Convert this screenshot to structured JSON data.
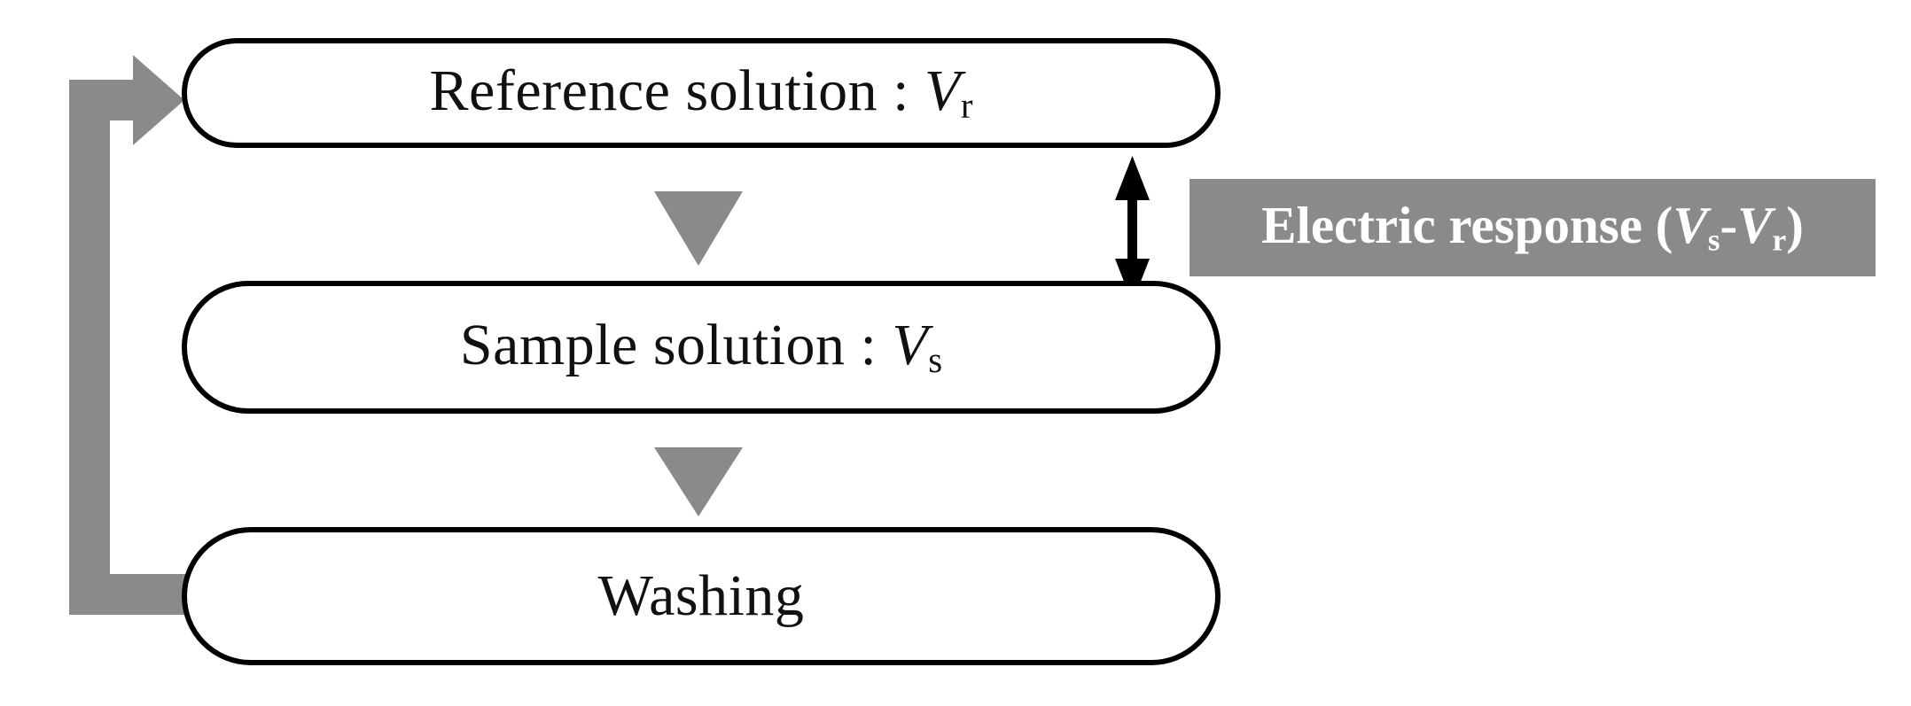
{
  "diagram": {
    "title": "Measurement cycle flow diagram",
    "background_color": "#ffffff",
    "accent_gray": "#8a8a8a",
    "outline_color": "#000000",
    "nodes": [
      {
        "id": "reference",
        "text_plain": "Reference solution : Vr",
        "text_prefix": "Reference solution : ",
        "variable": "V",
        "subscript": "r"
      },
      {
        "id": "sample",
        "text_plain": "Sample solution : Vs",
        "text_prefix": "Sample solution : ",
        "variable": "V",
        "subscript": "s"
      },
      {
        "id": "washing",
        "text_plain": "Washing",
        "text_prefix": "Washing",
        "variable": "",
        "subscript": ""
      }
    ],
    "response_label": {
      "prefix": "Electric response (",
      "variable_1": "V",
      "subscript_1": "s",
      "separator": "-",
      "variable_2": "V",
      "subscript_2": "r",
      "suffix": ")",
      "text_plain": "Electric response (Vs-Vr)",
      "background_color": "#8a8a8a",
      "text_color": "#ffffff"
    },
    "connectors": [
      {
        "id": "ref-to-sample",
        "kind": "triangle-down",
        "color": "#8a8a8a"
      },
      {
        "id": "sample-to-washing",
        "kind": "triangle-down",
        "color": "#8a8a8a"
      },
      {
        "id": "washing-to-reference",
        "kind": "feedback-loop-arrow",
        "color": "#8a8a8a"
      },
      {
        "id": "potential-difference",
        "kind": "double-headed-arrow",
        "color": "#000000"
      }
    ]
  }
}
